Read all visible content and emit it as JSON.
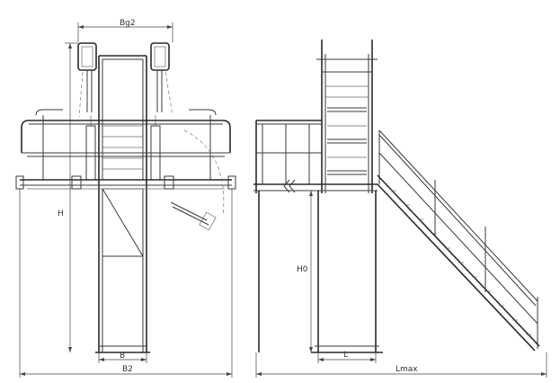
{
  "labels": {
    "bg2": "Bg2",
    "b": "B",
    "b2": "B2",
    "h": "H",
    "h0": "H0",
    "l": "L",
    "lmax": "Lmax"
  }
}
